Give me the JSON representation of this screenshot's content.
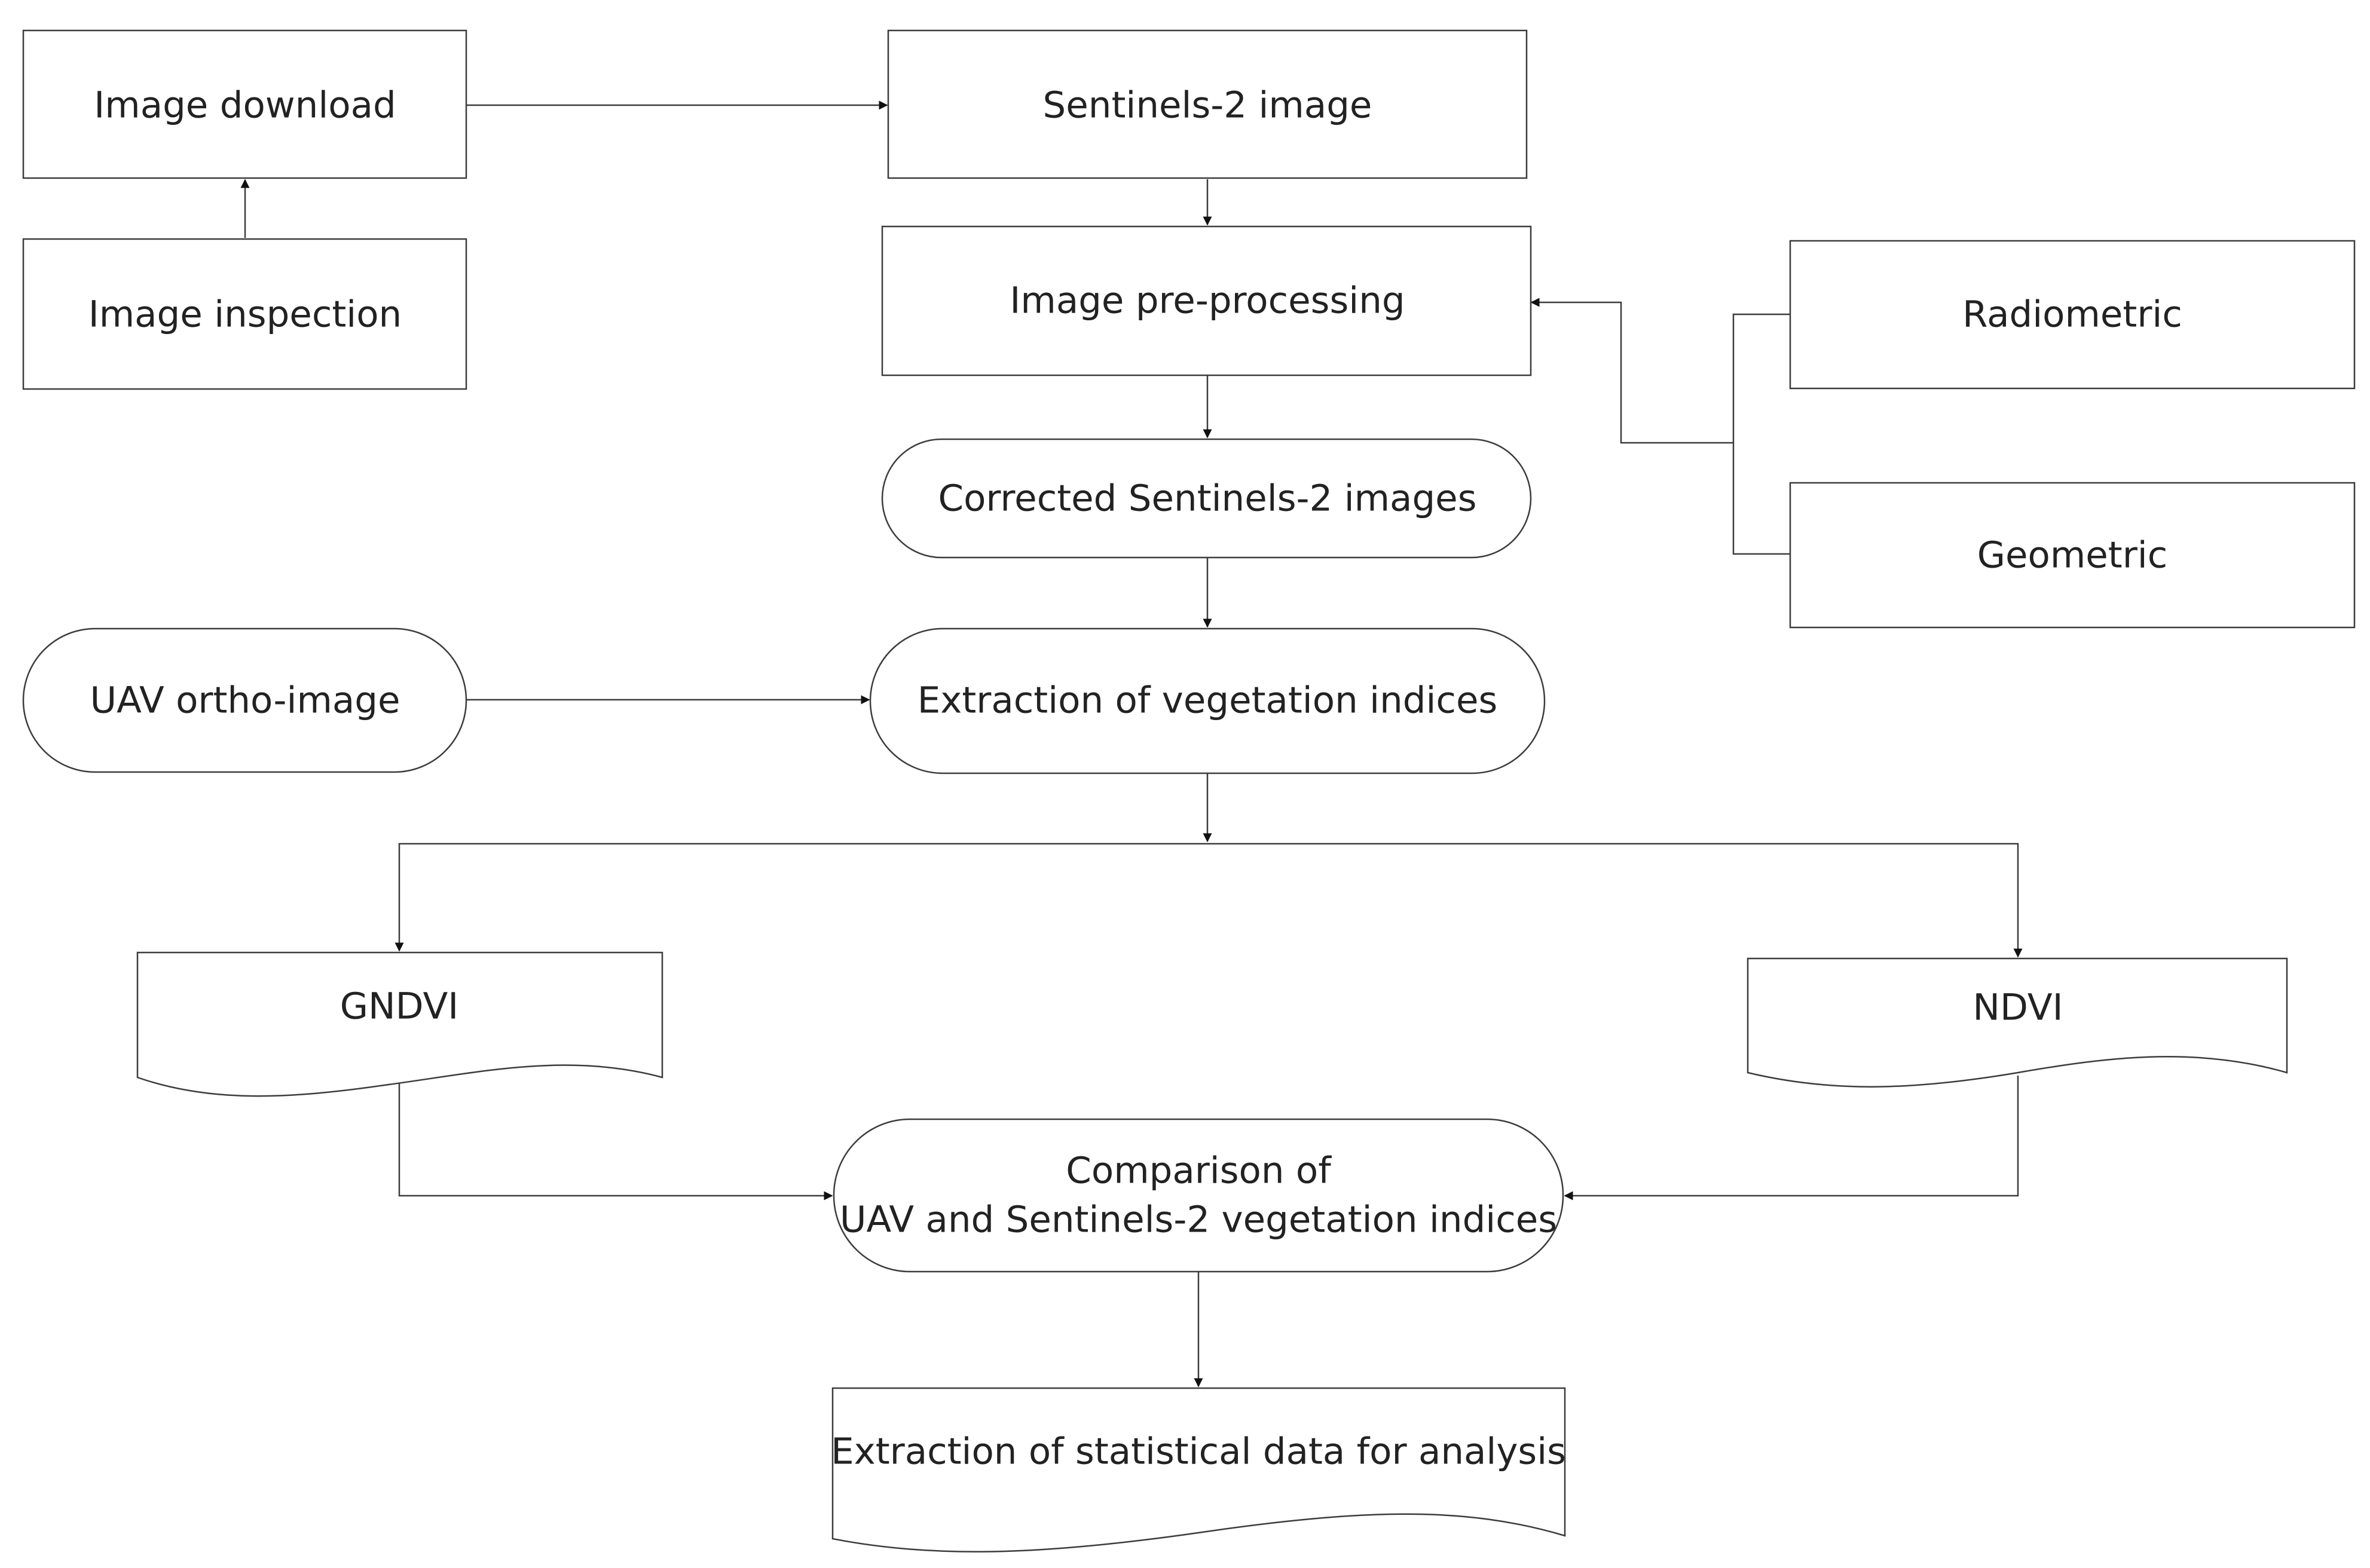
{
  "nodes": {
    "image_download": "Image download",
    "image_inspection": "Image inspection",
    "sentinel_image": "Sentinels-2 image",
    "preprocessing": "Image pre-processing",
    "radiometric": "Radiometric",
    "geometric": "Geometric",
    "corrected_images": "Corrected Sentinels-2 images",
    "uav_ortho": "UAV ortho-image",
    "extraction_indices": "Extraction of vegetation indices",
    "gndvi": "GNDVI",
    "ndvi": "NDVI",
    "comparison_line1": "Comparison of",
    "comparison_line2": "UAV and Sentinels-2 vegetation indices",
    "statistical": "Extraction of statistical data for analysis"
  },
  "colors": {
    "stroke": "#3c3c3c",
    "fill": "#ffffff",
    "text": "#222222"
  }
}
